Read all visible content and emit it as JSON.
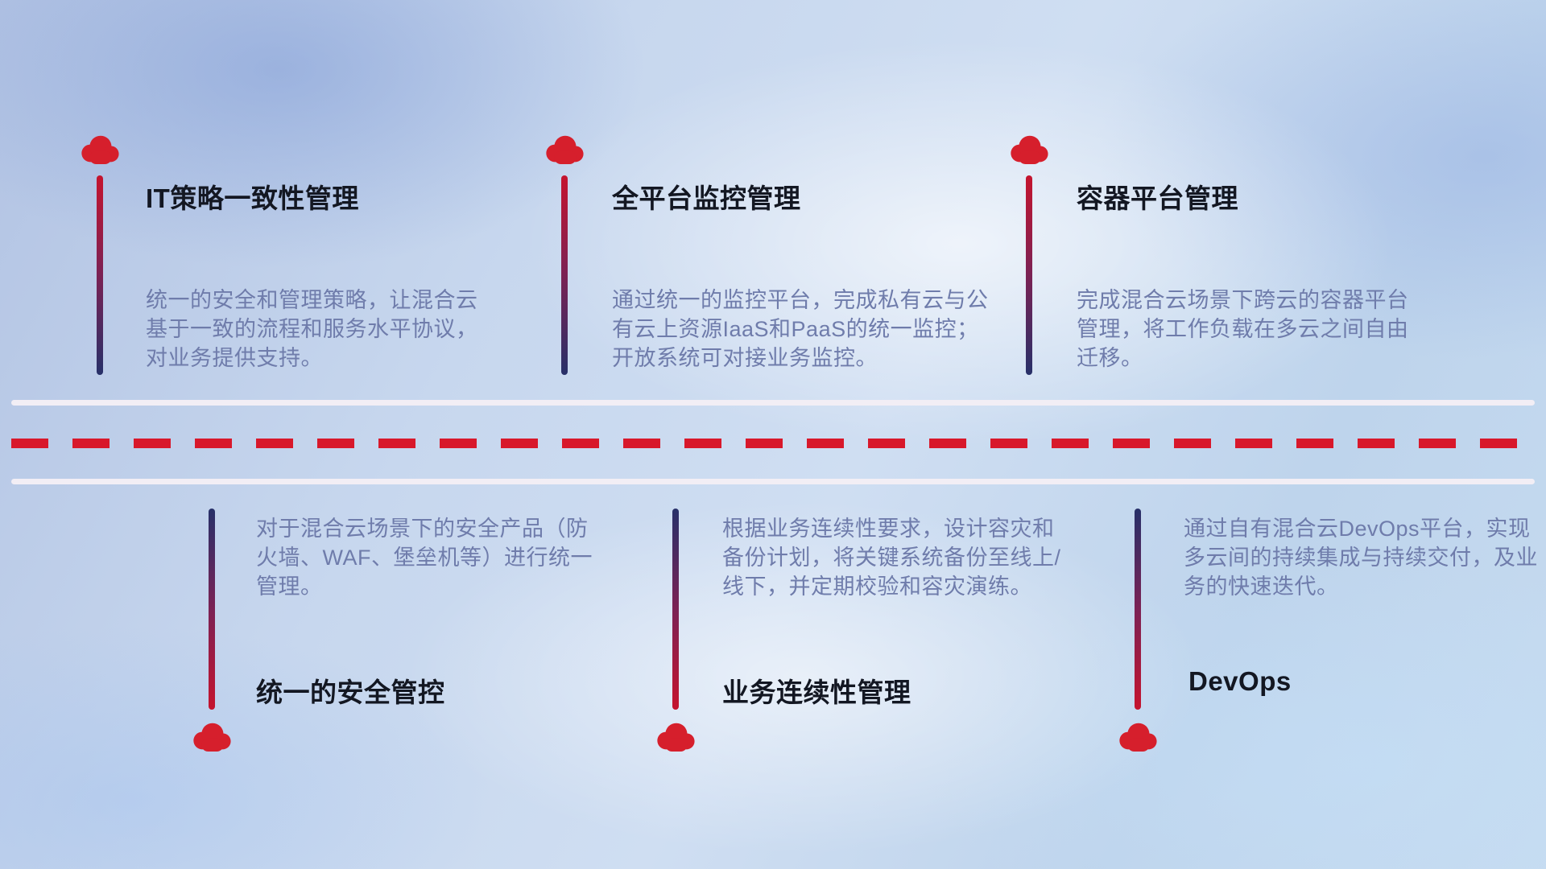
{
  "diagram": {
    "theme": "hybrid-cloud management capabilities",
    "colors": {
      "cloud_red": "#d61f2c",
      "line_red": "#c5142e",
      "line_navy": "#273069",
      "dash_red": "#d8182b",
      "road_white": "#f2eef5",
      "title_color": "#131722",
      "body_color": "#6f7cab"
    },
    "top_items": [
      {
        "title": "IT策略一致性管理",
        "description": "统一的安全和管理策略，让混合云基于一致的流程和服务水平协议，对业务提供支持。"
      },
      {
        "title": "全平台监控管理",
        "description": "通过统一的监控平台，完成私有云与公有云上资源IaaS和PaaS的统一监控；开放系统可对接业务监控。"
      },
      {
        "title": "容器平台管理",
        "description": "完成混合云场景下跨云的容器平台管理，将工作负载在多云之间自由迁移。"
      }
    ],
    "bottom_items": [
      {
        "title": "统一的安全管控",
        "description": "对于混合云场景下的安全产品（防火墙、WAF、堡垒机等）进行统一管理。"
      },
      {
        "title": "业务连续性管理",
        "description": "根据业务连续性要求，设计容灾和备份计划，将关键系统备份至线上/线下，并定期校验和容灾演练。"
      },
      {
        "title": "DevOps",
        "description": "通过自有混合云DevOps平台，实现多云间的持续集成与持续交付，及业务的快速迭代。"
      }
    ]
  }
}
